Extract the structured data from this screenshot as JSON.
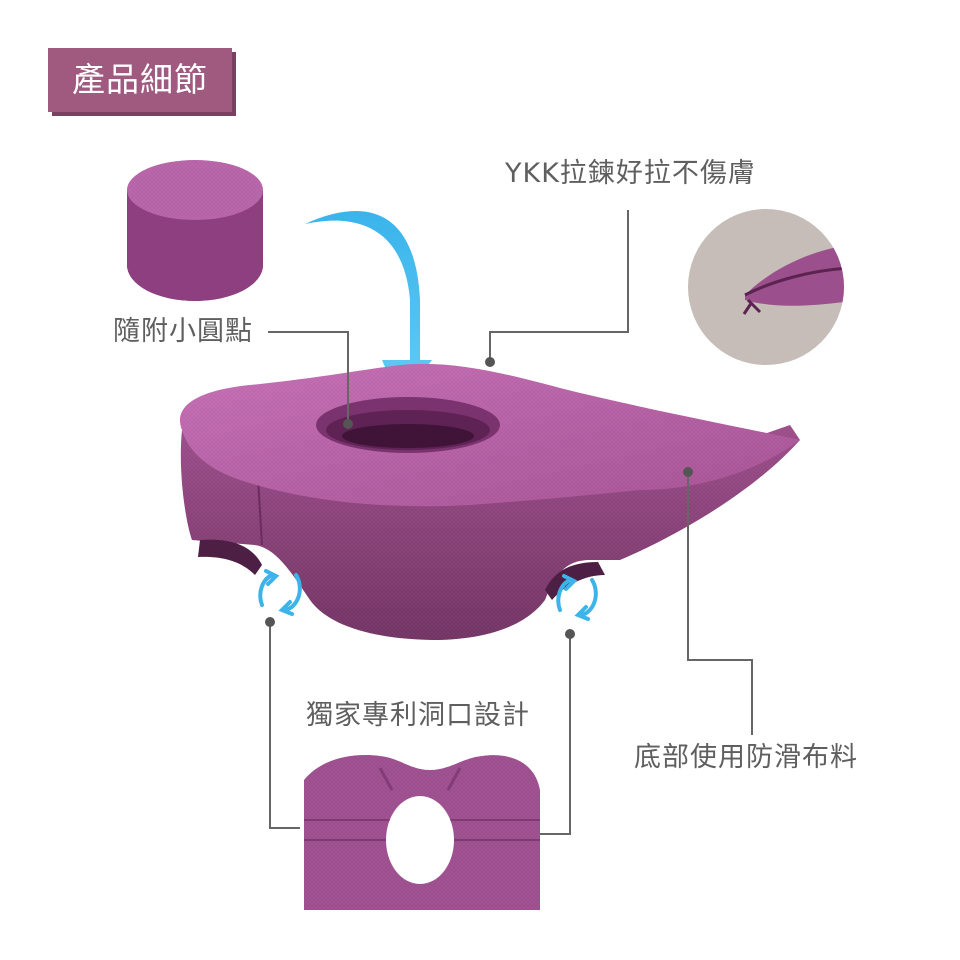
{
  "title": "產品細節",
  "labels": {
    "cushion": "隨附小圓點",
    "zipper": "YKK拉鍊好拉不傷膚",
    "hole": "獨家專利洞口設計",
    "fabric": "底部使用防滑布料"
  },
  "colors": {
    "accent": "#a05a80",
    "accent_shadow": "#7b3f62",
    "product_top": "#b25d9f",
    "product_side": "#8b3f7c",
    "arrow": "#46b6ea",
    "line": "#666666",
    "zipper_bg": "#c6bcb8"
  }
}
